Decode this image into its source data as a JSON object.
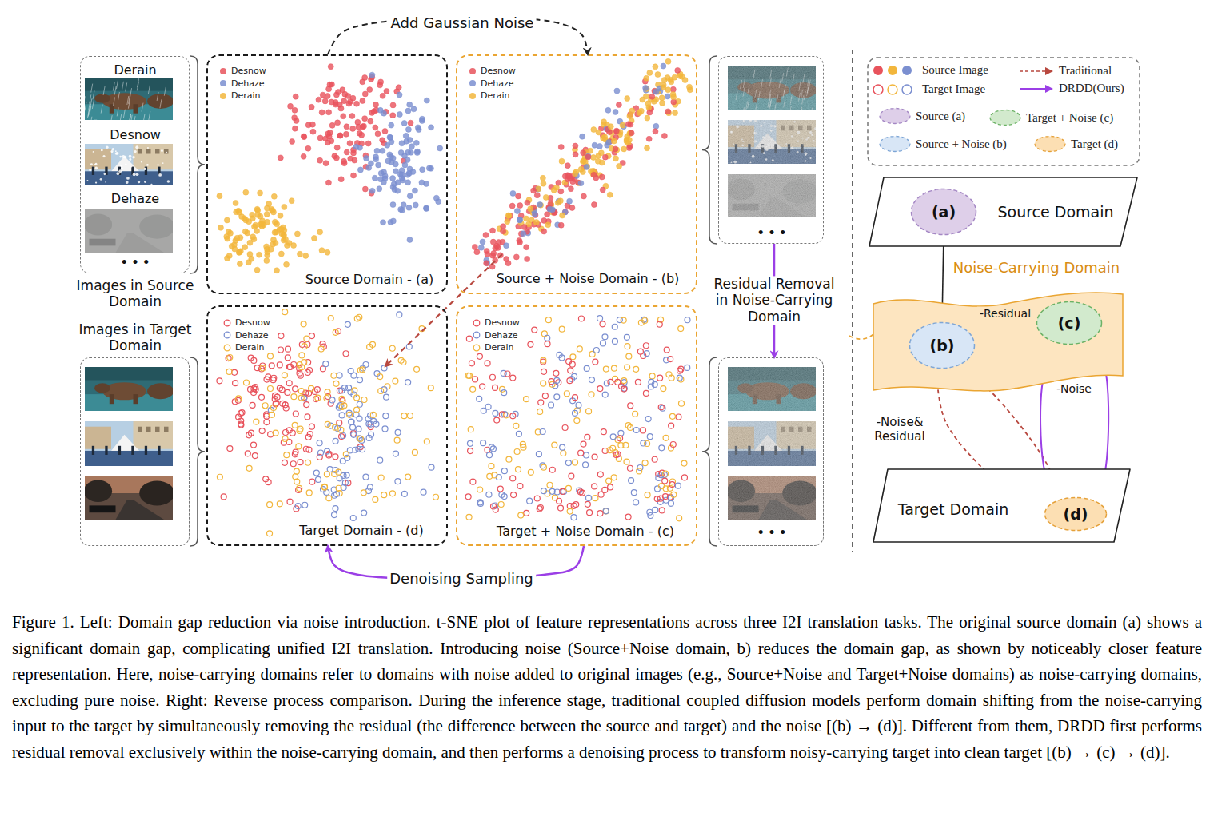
{
  "diagram": {
    "caption": "Figure 1. Left: Domain gap reduction via noise introduction. t-SNE plot of feature representations across three I2I translation tasks. The original source domain (a) shows a significant domain gap, complicating unified I2I translation. Introducing noise (Source+Noise domain, b) reduces the domain gap, as shown by noticeably closer feature representation. Here, noise-carrying domains refer to domains with noise added to original images (e.g., Source+Noise and Target+Noise domains) as noise-carrying domains, excluding pure noise. Right: Reverse process comparison. During the inference stage, traditional coupled diffusion models perform domain shifting from the noise-carrying input to the target by simultaneously removing the residual (the difference between the source and target) and the noise [(b) → (d)]. Different from them, DRDD first performs residual removal exclusively within the noise-carrying domain, and then performs a denoising process to transform noisy-carrying target into clean target [(b) → (c) → (d)].",
    "nodes": [
      {
        "text": [
          "Derain",
          "Desnow",
          "Dehaze",
          "• • •",
          "Images in Source Domain"
        ]
      },
      {
        "text": [
          "Source Domain - (a)"
        ]
      },
      {
        "text": [
          "Source + Noise Domain - (b)"
        ]
      },
      {
        "text": [
          "• • •"
        ]
      },
      {
        "text": [
          "Images in Target Domain"
        ]
      },
      {
        "text": [
          "Target Domain - (d)"
        ]
      },
      {
        "text": [
          "Target + Noise Domain - (c)"
        ]
      },
      {
        "text": [
          "• • •"
        ]
      },
      {
        "text": [
          "Source Domain"
        ]
      },
      {
        "text": [
          "(a)"
        ],
        "in": 8
      },
      {
        "text": [
          "Noise-Carrying Domain"
        ]
      },
      {
        "text": [
          "(b)"
        ],
        "in": 10
      },
      {
        "text": [
          "(c)"
        ],
        "in": 10
      },
      {
        "text": [
          "Target Domain"
        ]
      },
      {
        "text": [
          "(d)"
        ],
        "in": 13
      }
    ],
    "edges": [
      {
        "from": 1,
        "to": 2,
        "label": "Add Gaussian Noise",
        "arrow": "to"
      },
      {
        "from": 2,
        "to": 5,
        "arrow": "to"
      },
      {
        "from": 6,
        "to": 5,
        "label": "Denoising Sampling",
        "arrow": "to"
      },
      {
        "from": 3,
        "to": 7,
        "label": "Residual Removal in Noise-Carrying Domain",
        "arrow": "to"
      },
      {
        "from": 9,
        "to": 11,
        "arrow": "to"
      },
      {
        "from": 11,
        "to": 12,
        "label": "-Residual",
        "arrow": "to"
      },
      {
        "from": 11,
        "to": 14,
        "label": "-Noise& Residual",
        "arrow": "to"
      },
      {
        "from": 11,
        "to": 14,
        "arrow": "to"
      },
      {
        "from": 12,
        "to": 14,
        "label": "-Noise",
        "arrow": "to"
      },
      {
        "from": 12,
        "to": 14,
        "arrow": "to"
      }
    ],
    "legend": [
      {
        "text": "Desnow",
        "color": "#e8535c"
      },
      {
        "text": "Dehaze",
        "color": "#7b8fd0"
      },
      {
        "text": "Derain",
        "color": "#f2b63c"
      },
      {
        "text": "Desnow",
        "color": "#e8535c"
      },
      {
        "text": "Dehaze",
        "color": "#7b8fd0"
      },
      {
        "text": "Derain",
        "color": "#f2b63c"
      },
      {
        "text": "Desnow",
        "color": "#e8535c"
      },
      {
        "text": "Dehaze",
        "color": "#7b8fd0"
      },
      {
        "text": "Derain",
        "color": "#f2b63c"
      },
      {
        "text": "Desnow",
        "color": "#e8535c"
      },
      {
        "text": "Dehaze",
        "color": "#7b8fd0"
      },
      {
        "text": "Derain",
        "color": "#f2b63c"
      },
      {
        "text": "Source Image"
      },
      {
        "text": "Target Image"
      },
      {
        "text": "Traditional"
      },
      {
        "text": "DRDD(Ours)"
      },
      {
        "text": "Source (a)",
        "color": "#decfe9"
      },
      {
        "text": "Target + Noise (c)",
        "color": "#d2eacd"
      },
      {
        "text": "Source + Noise (b)",
        "color": "#d8e6f6"
      },
      {
        "text": "Target (d)",
        "color": "#fcdfb3"
      }
    ]
  }
}
